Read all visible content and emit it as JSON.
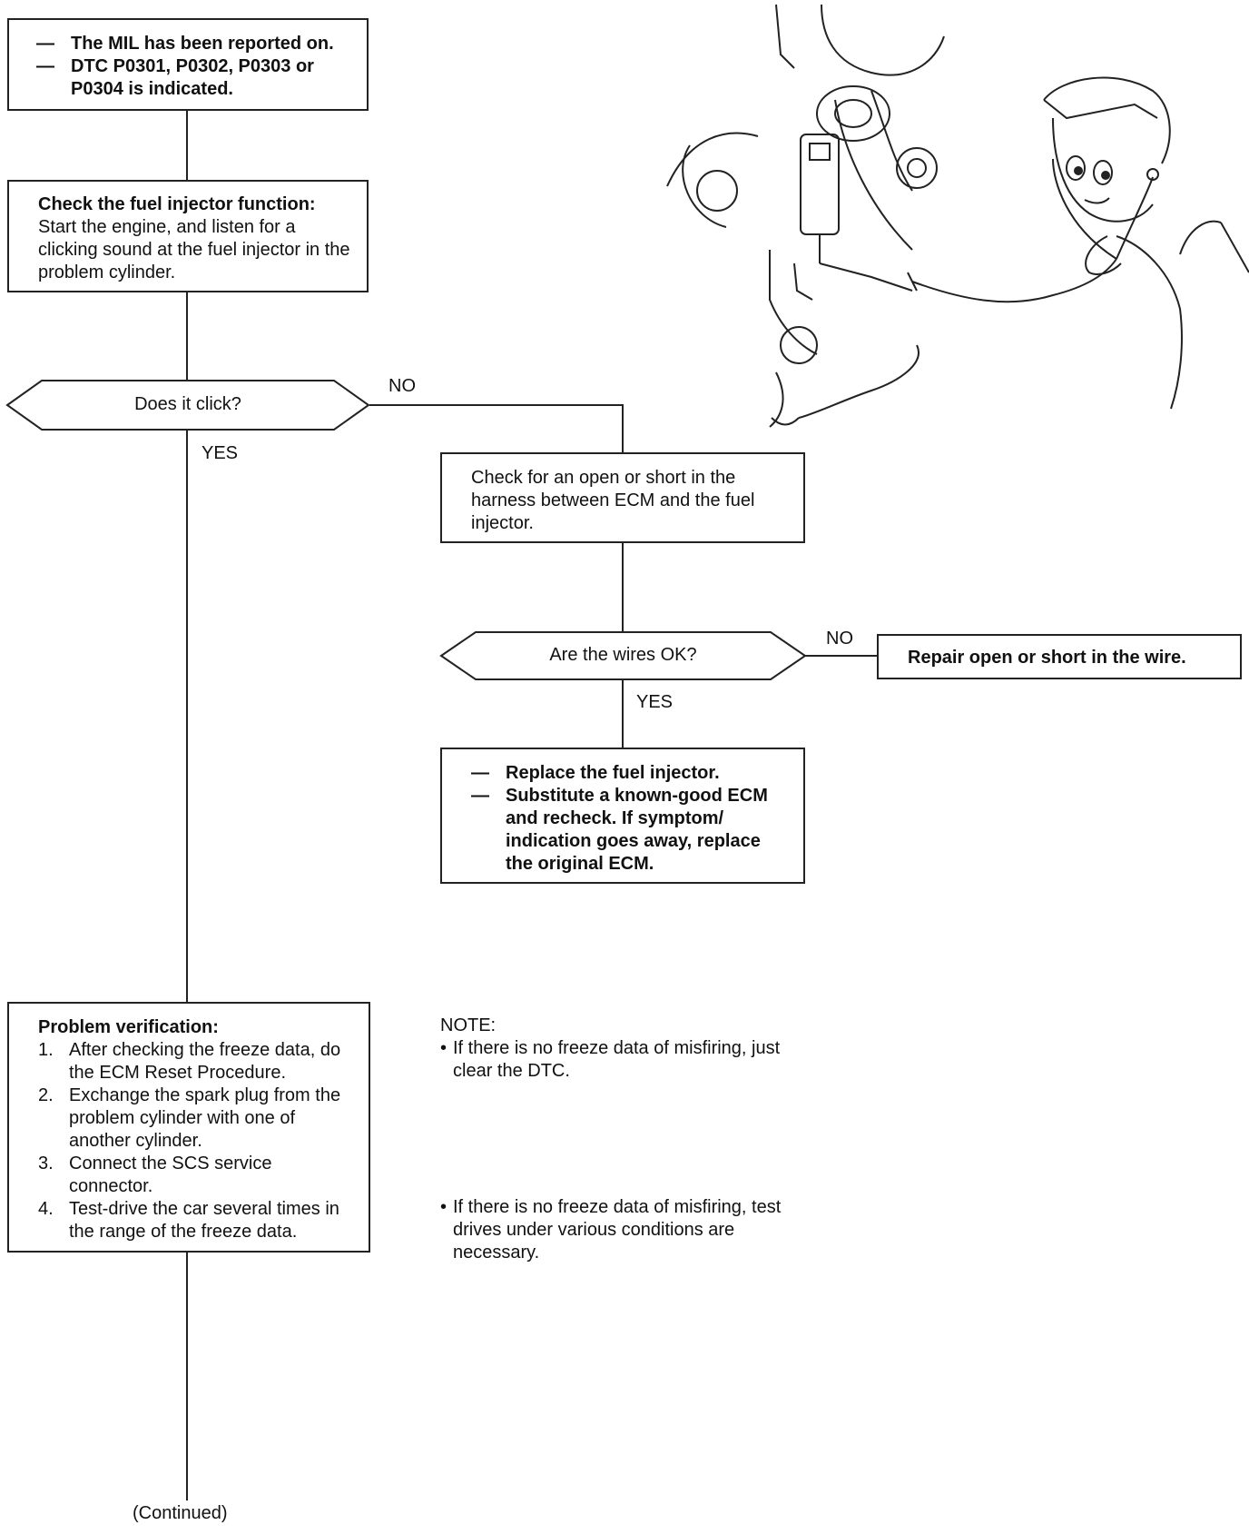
{
  "start_box": {
    "lines": [
      "The MIL has been reported on.",
      "DTC P0301, P0302, P0303 or P0304 is indicated."
    ]
  },
  "check_injector": {
    "title": "Check the fuel injector function:",
    "text": "Start the engine, and listen for a clicking sound at the fuel injector in the problem cylinder."
  },
  "decision_click": {
    "question": "Does it click?",
    "no": "NO",
    "yes": "YES"
  },
  "check_harness": {
    "text": "Check for an open or short in the harness between ECM and the fuel injector."
  },
  "decision_wires": {
    "question": "Are the wires OK?",
    "no": "NO",
    "yes": "YES"
  },
  "repair_box": {
    "text": "Repair open or short in the wire."
  },
  "replace_box": {
    "lines": [
      "Replace the fuel injector.",
      "Substitute a known-good ECM and recheck. If symptom/ indication goes away, replace the original ECM."
    ]
  },
  "verification": {
    "title": "Problem verification:",
    "steps": [
      {
        "num": "1.",
        "text": "After checking the freeze data, do the ECM Reset Procedure."
      },
      {
        "num": "2.",
        "text": "Exchange the spark plug from the problem cylinder with one of another cylinder."
      },
      {
        "num": "3.",
        "text": "Connect the SCS service connector."
      },
      {
        "num": "4.",
        "text": "Test-drive the car several times in the range of the freeze data."
      }
    ]
  },
  "note": {
    "title": "NOTE:",
    "items": [
      "If there is no freeze data of misfiring, just clear the DTC.",
      "If there is no freeze data of misfiring, test drives under various conditions are necessary."
    ]
  },
  "continued": "(Continued)",
  "colors": {
    "line": "#222222",
    "background": "#ffffff"
  }
}
